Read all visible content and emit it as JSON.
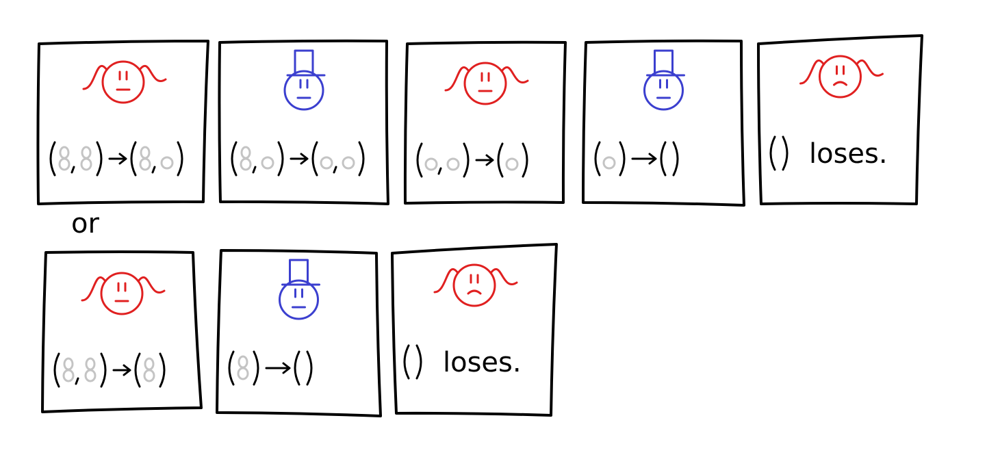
{
  "or_label": "or",
  "row1": [
    {
      "player": "red",
      "mood": "neutral",
      "from": [
        2,
        2
      ],
      "to": [
        2,
        1
      ],
      "text": ""
    },
    {
      "player": "blue",
      "mood": "neutral",
      "from": [
        2,
        1
      ],
      "to": [
        1,
        1
      ],
      "text": ""
    },
    {
      "player": "red",
      "mood": "neutral",
      "from": [
        1,
        1
      ],
      "to": [
        1
      ],
      "text": ""
    },
    {
      "player": "blue",
      "mood": "neutral",
      "from": [
        1
      ],
      "to": [],
      "text": ""
    },
    {
      "player": "red",
      "mood": "sad",
      "from": [],
      "to": null,
      "text": "loses."
    }
  ],
  "row2": [
    {
      "player": "red",
      "mood": "neutral",
      "from": [
        2,
        2
      ],
      "to": [
        2
      ],
      "text": ""
    },
    {
      "player": "blue",
      "mood": "neutral",
      "from": [
        2
      ],
      "to": [],
      "text": ""
    },
    {
      "player": "red",
      "mood": "sad",
      "from": [],
      "to": null,
      "text": "loses."
    }
  ],
  "colors": {
    "red_player": "#e02020",
    "blue_player": "#3b3fcf",
    "pebble": "#c4c4c4",
    "ink": "#000000"
  }
}
